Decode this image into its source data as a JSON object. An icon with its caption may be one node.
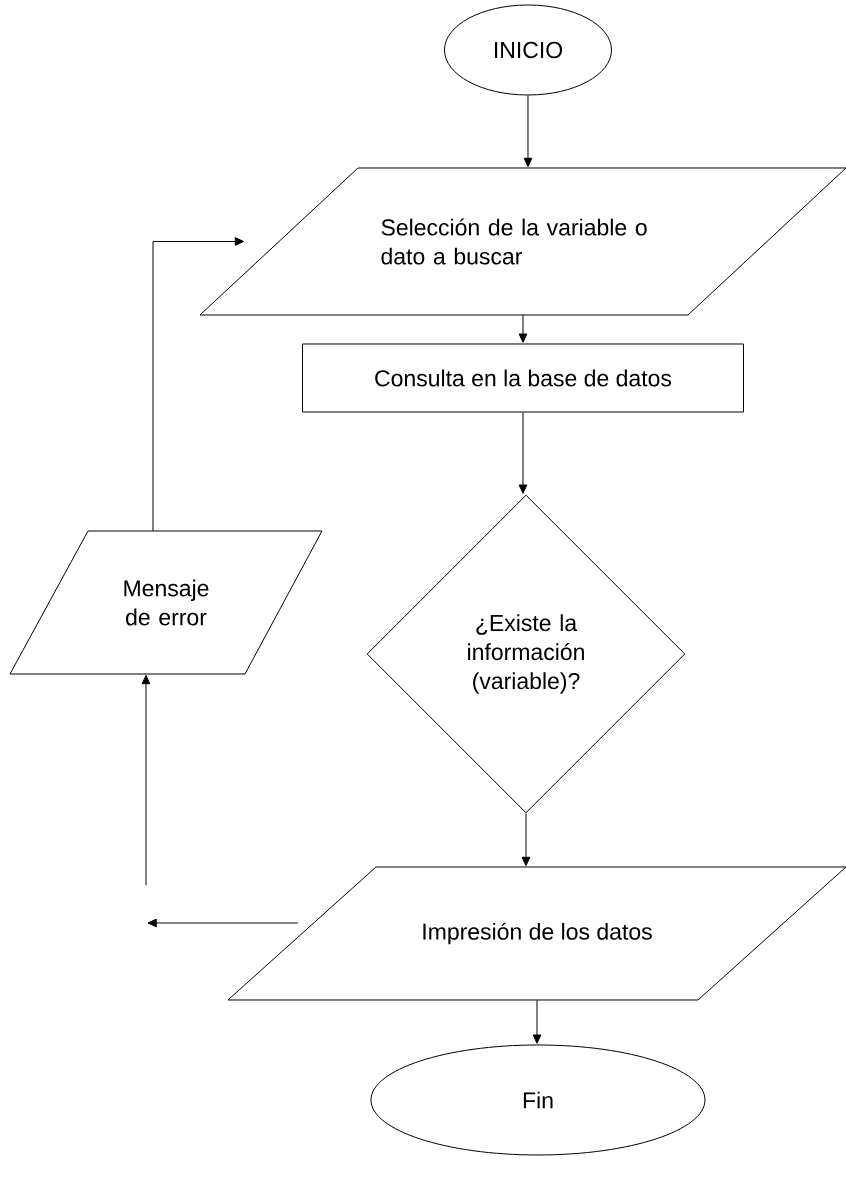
{
  "diagram": {
    "nodes": [
      {
        "text": [
          "INICIO"
        ]
      },
      {
        "text": [
          "Selección de la variable o dato a buscar"
        ]
      },
      {
        "text": [
          "Consulta en la base de datos"
        ]
      },
      {
        "text": [
          "¿Existe la información (variable)?"
        ]
      },
      {
        "text": [
          "Impresión de los datos"
        ]
      },
      {
        "text": [
          "Fin"
        ]
      },
      {
        "text": [
          "Mensaje de error"
        ]
      }
    ],
    "edges": [
      {
        "from": 0,
        "to": 1,
        "arrow": "to"
      },
      {
        "from": 1,
        "to": 2,
        "arrow": "to"
      },
      {
        "from": 2,
        "to": 3,
        "arrow": "to"
      },
      {
        "from": 3,
        "to": 4,
        "arrow": "to"
      },
      {
        "from": 4,
        "to": 5,
        "arrow": "to"
      },
      {
        "from": 4,
        "to": null,
        "arrow": "to"
      },
      {
        "from": null,
        "to": 6,
        "arrow": "to"
      },
      {
        "from": 6,
        "to": 1,
        "arrow": "to"
      }
    ]
  }
}
